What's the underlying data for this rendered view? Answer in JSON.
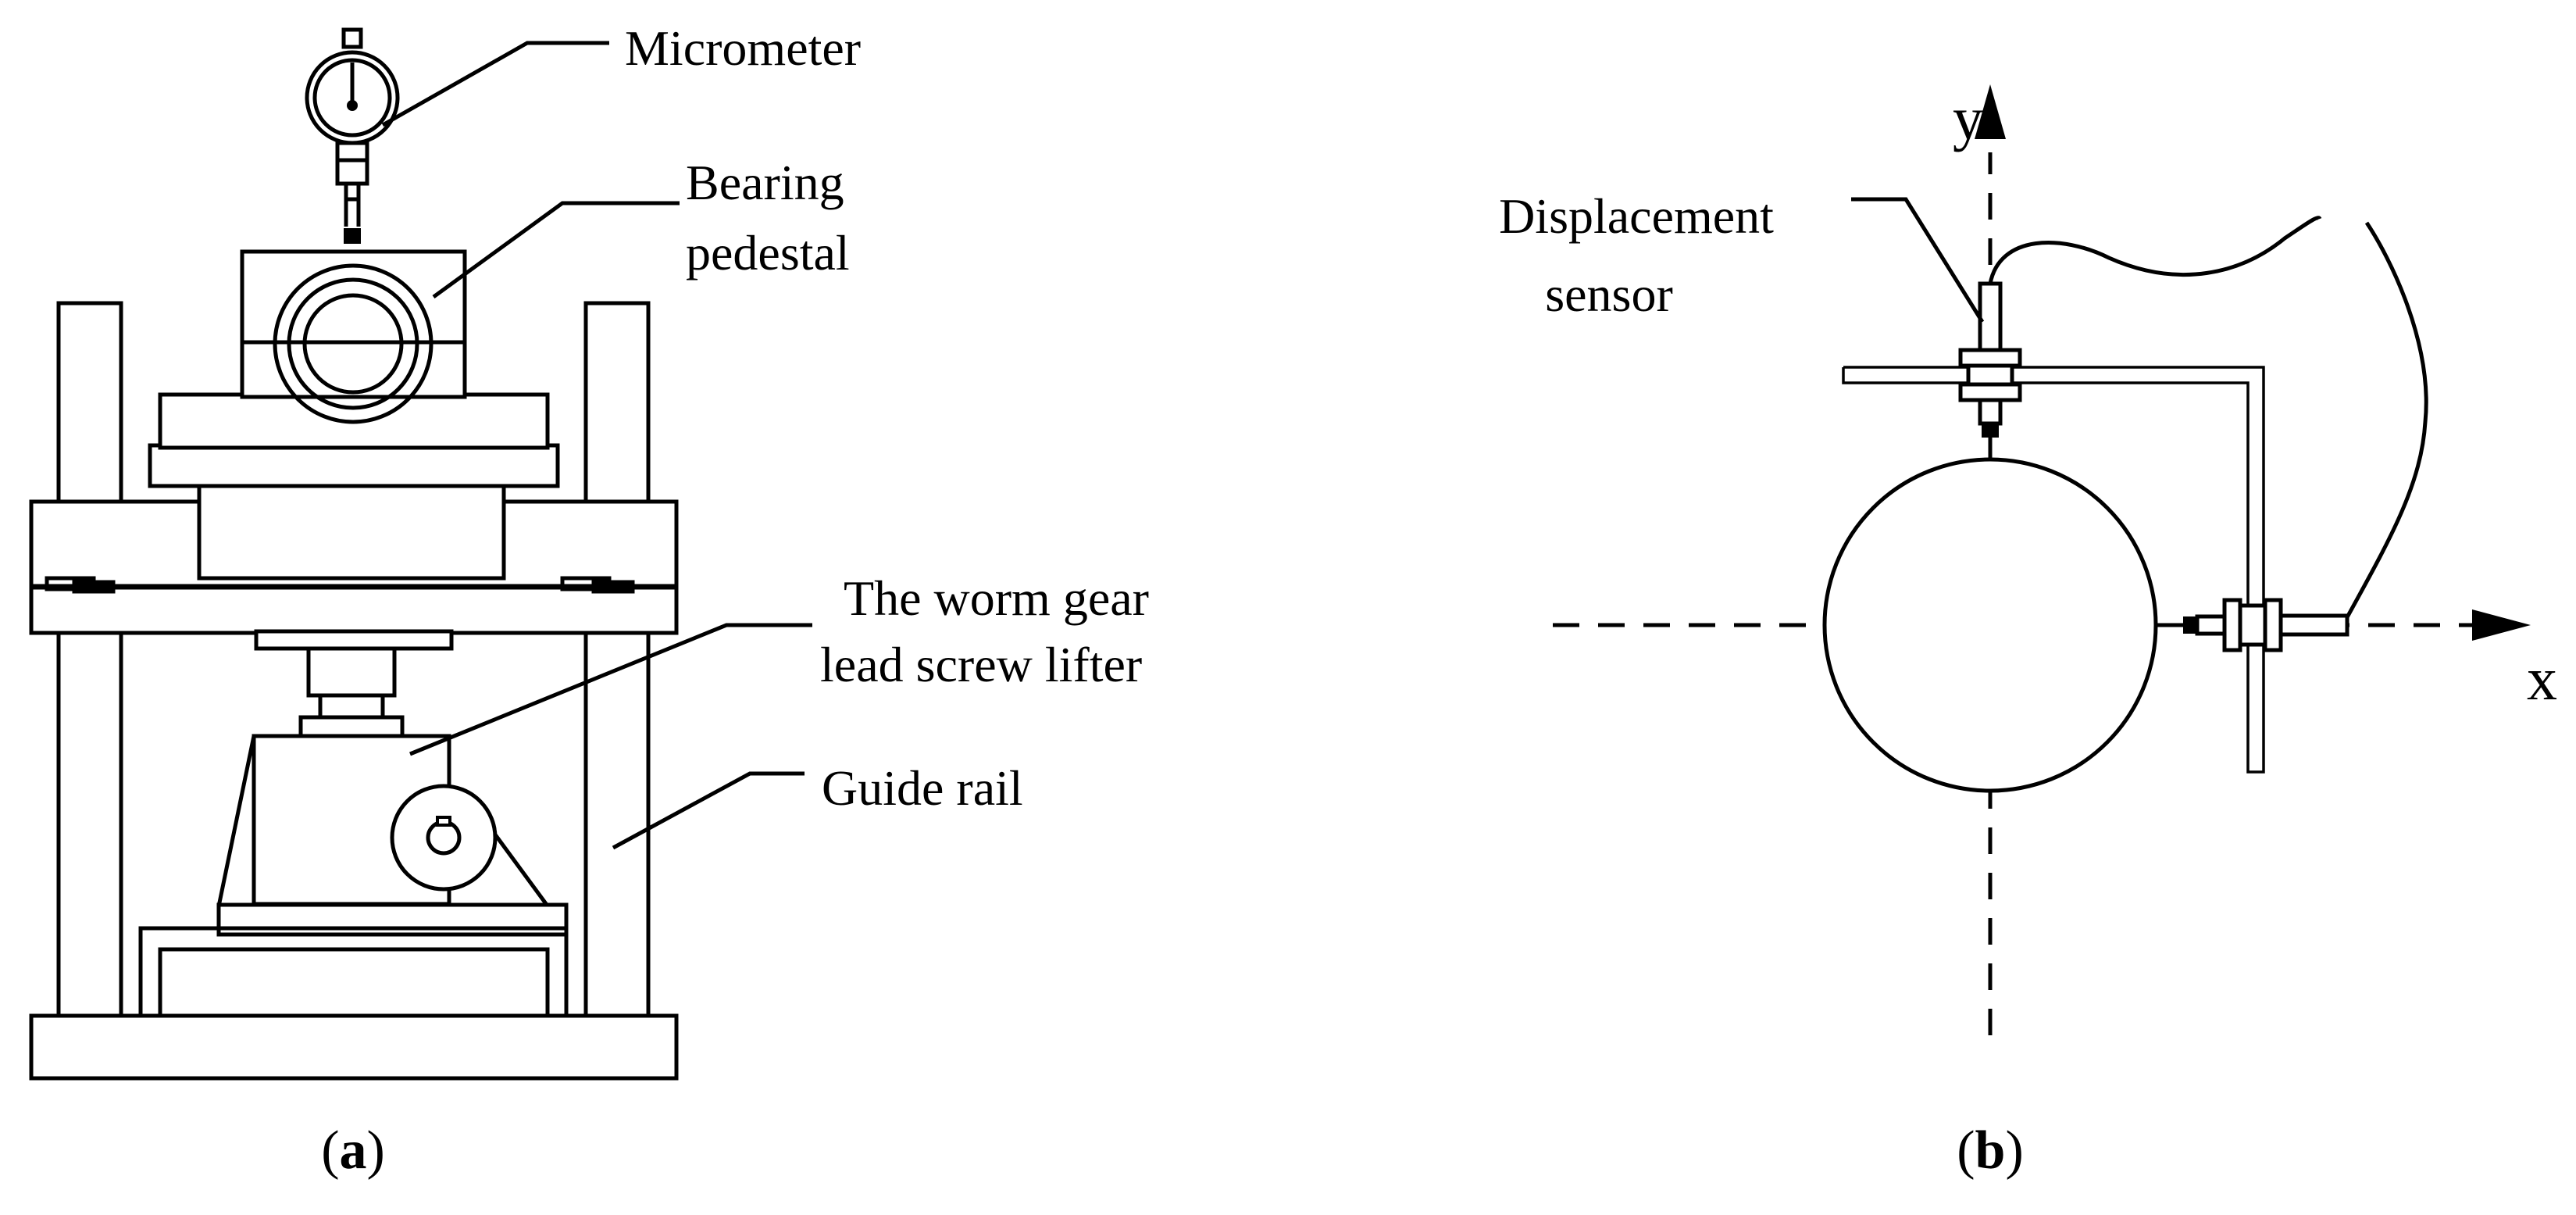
{
  "figure_a": {
    "caption_open": "(",
    "caption_letter": "a",
    "caption_close": ")",
    "labels": {
      "micrometer": "Micrometer",
      "bearing_line1": "Bearing",
      "bearing_line2": "pedestal",
      "lifter_line1": "The worm gear",
      "lifter_line2": "lead screw lifter",
      "guide_rail": "Guide rail"
    }
  },
  "figure_b": {
    "caption_open": "(",
    "caption_letter": "b",
    "caption_close": ")",
    "labels": {
      "sensor_line1": "Displacement",
      "sensor_line2": "sensor"
    },
    "axes": {
      "x": "x",
      "y": "y"
    }
  },
  "colors": {
    "stroke": "#000000",
    "background": "#ffffff"
  }
}
